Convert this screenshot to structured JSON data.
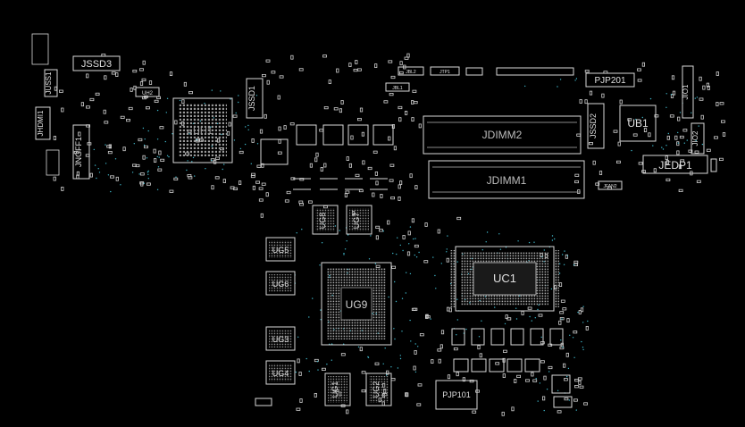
{
  "colors": {
    "background": "#000000",
    "outline": "#d9d9d9",
    "via": "#3fb6c9",
    "label": "#e0e0e0"
  },
  "components": {
    "jssd3": "JSSD3",
    "juss1": "JUSS1",
    "jhdmi1": "JHDMI1",
    "jngff1": "JNGFF1",
    "uh1": "UH1",
    "uh2": "UH2",
    "jssd1": "JSSD1",
    "jbl2": "JBL2",
    "jtp1": "JTP1",
    "jbl1": "JBL1",
    "pjp201": "PJP201",
    "jssd2": "JSSD2",
    "ub1": "UB1",
    "jio2": "JIO2",
    "jio1": "JIO1",
    "jedp1": "JEDP1",
    "jfan2": "JFAN2",
    "jdimm2": "JDIMM2",
    "jdimm1": "JDIMM1",
    "ug1": "UG1",
    "ug2": "UG2",
    "ug3": "UG3",
    "ug4": "UG4",
    "ug5": "UG5",
    "ug6": "UG6",
    "ug7": "UG7",
    "ug8": "UG8",
    "ug9": "UG9",
    "uc1": "UC1",
    "pjp101": "PJP101"
  }
}
